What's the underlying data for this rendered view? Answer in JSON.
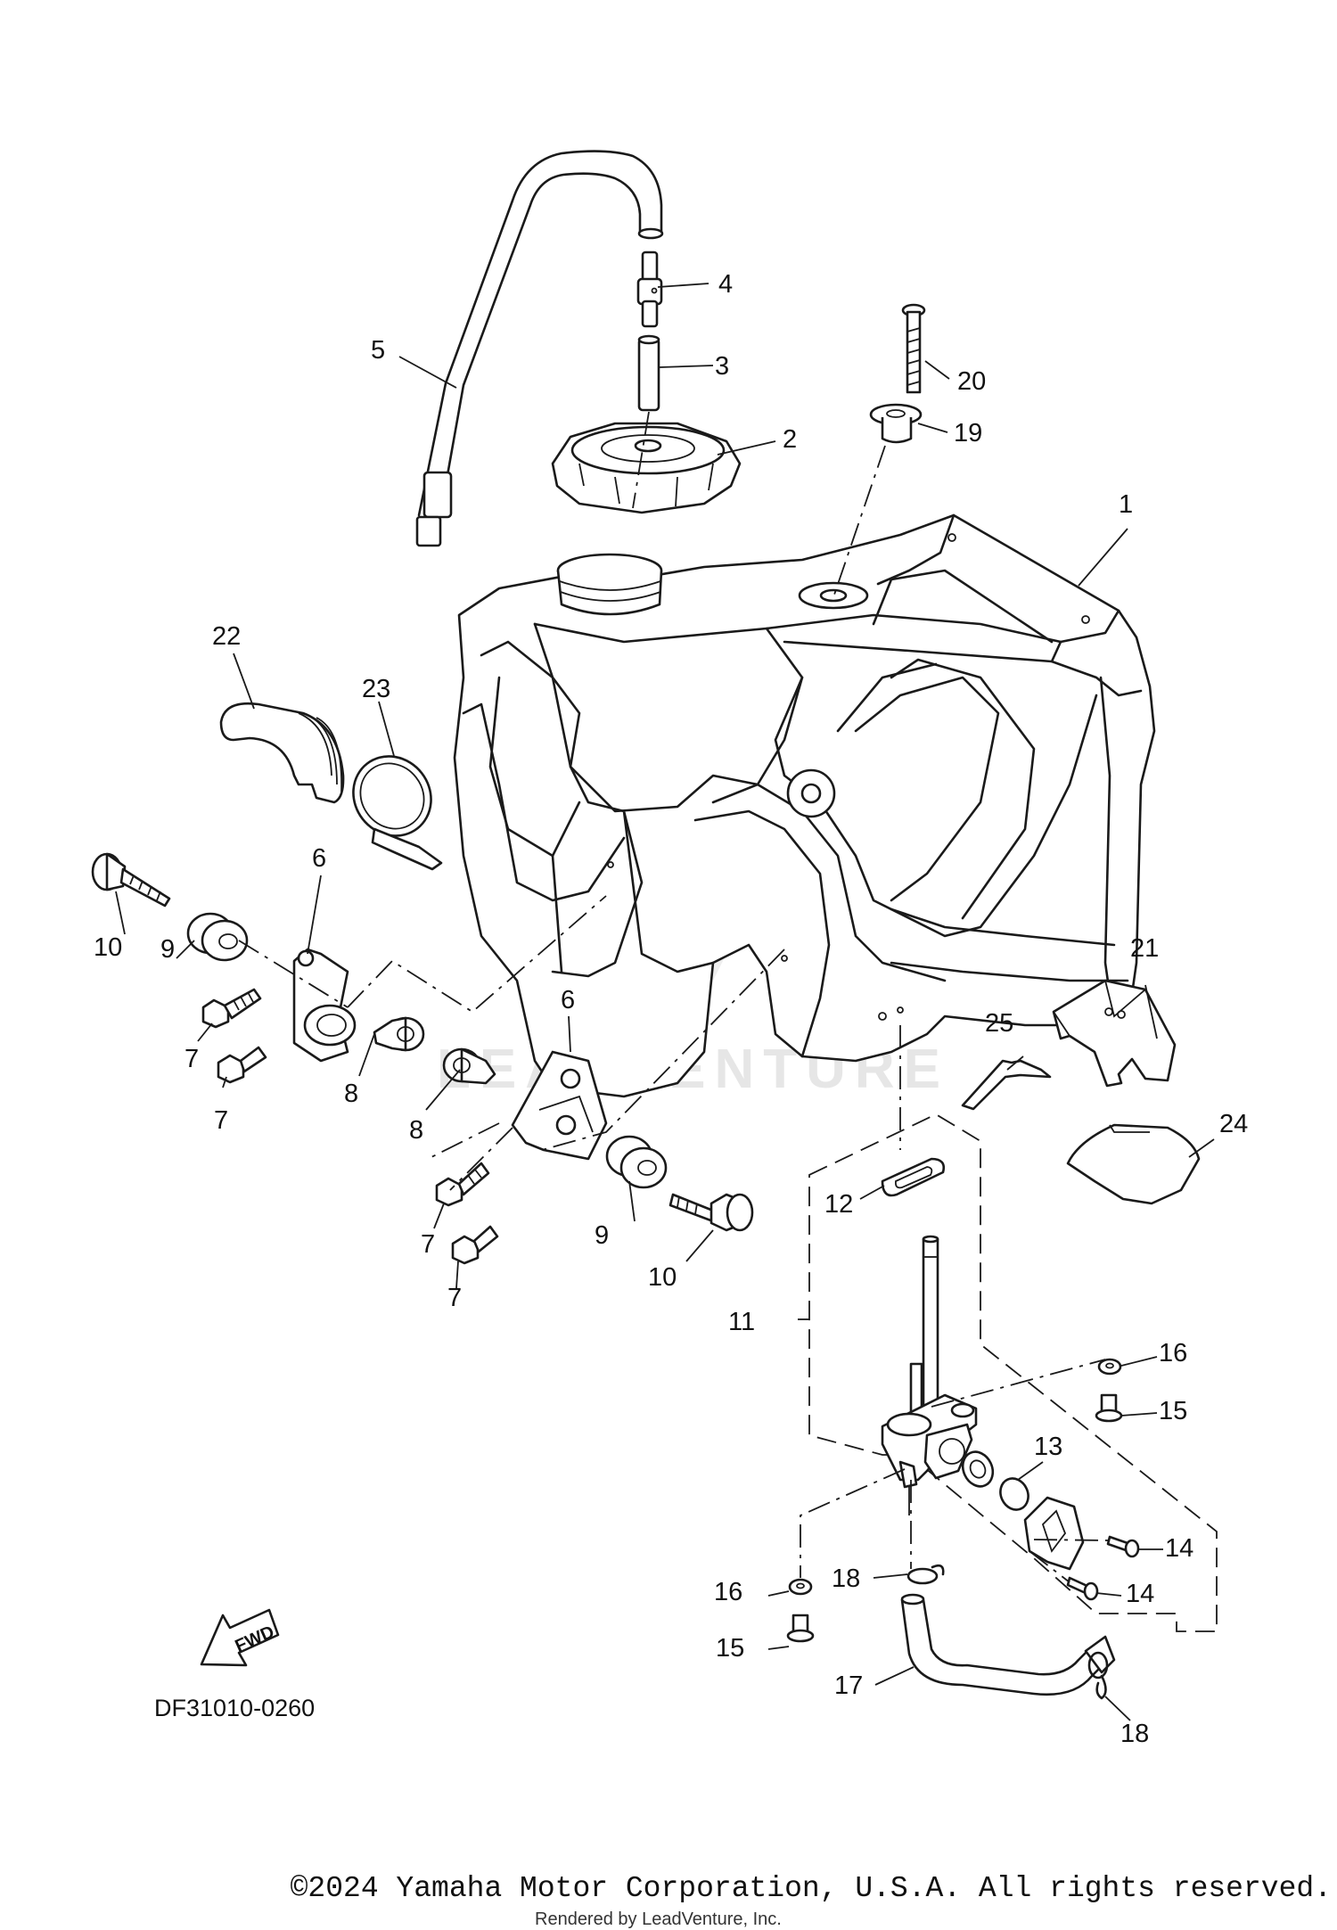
{
  "diagram": {
    "code": "DF31010-0260",
    "fwd_label": "FWD",
    "watermark": "LEADVENTURE",
    "callouts": [
      "1",
      "2",
      "3",
      "4",
      "5",
      "6",
      "6",
      "7",
      "7",
      "7",
      "7",
      "8",
      "8",
      "9",
      "9",
      "10",
      "10",
      "11",
      "12",
      "13",
      "14",
      "14",
      "15",
      "15",
      "16",
      "16",
      "17",
      "18",
      "18",
      "19",
      "20",
      "21",
      "22",
      "23",
      "24",
      "25"
    ]
  },
  "footer": {
    "copyright": "©2024 Yamaha Motor Corporation, U.S.A. All rights reserved.",
    "rendered_by": "Rendered by LeadVenture, Inc."
  },
  "colors": {
    "ink": "#1a1a1a",
    "watermark": "#e6e6e6",
    "background": "#ffffff"
  }
}
